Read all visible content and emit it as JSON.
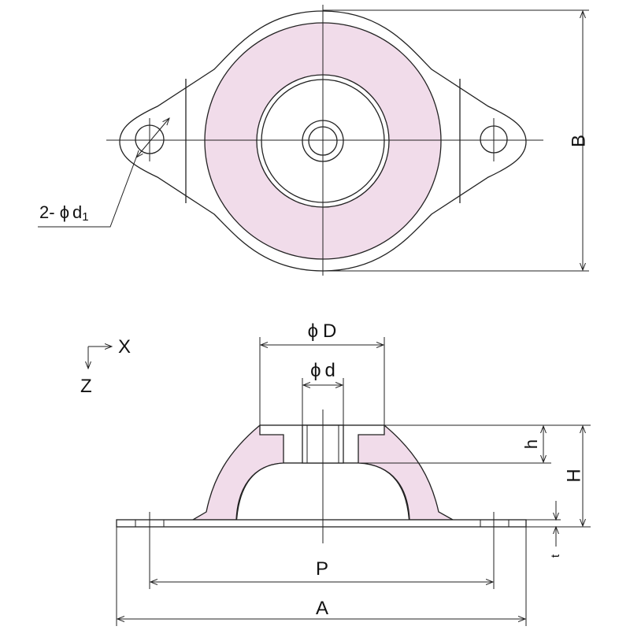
{
  "colors": {
    "rubber": "#f1dcea",
    "line": "#222222",
    "background": "#ffffff"
  },
  "top_view": {
    "dim_B": "B",
    "hole_callout_prefix": "2- ",
    "hole_callout_symbol": "ϕ",
    "hole_callout_letter": "d",
    "hole_callout_subscript": "1"
  },
  "side_view": {
    "axis_x": "X",
    "axis_z": "Z",
    "dim_phiD_symbol": "ϕ",
    "dim_phiD_letter": "D",
    "dim_phid_symbol": "ϕ",
    "dim_phid_letter": "d",
    "dim_h": "h",
    "dim_H": "H",
    "dim_t": "t",
    "dim_P": "P",
    "dim_A": "A"
  }
}
